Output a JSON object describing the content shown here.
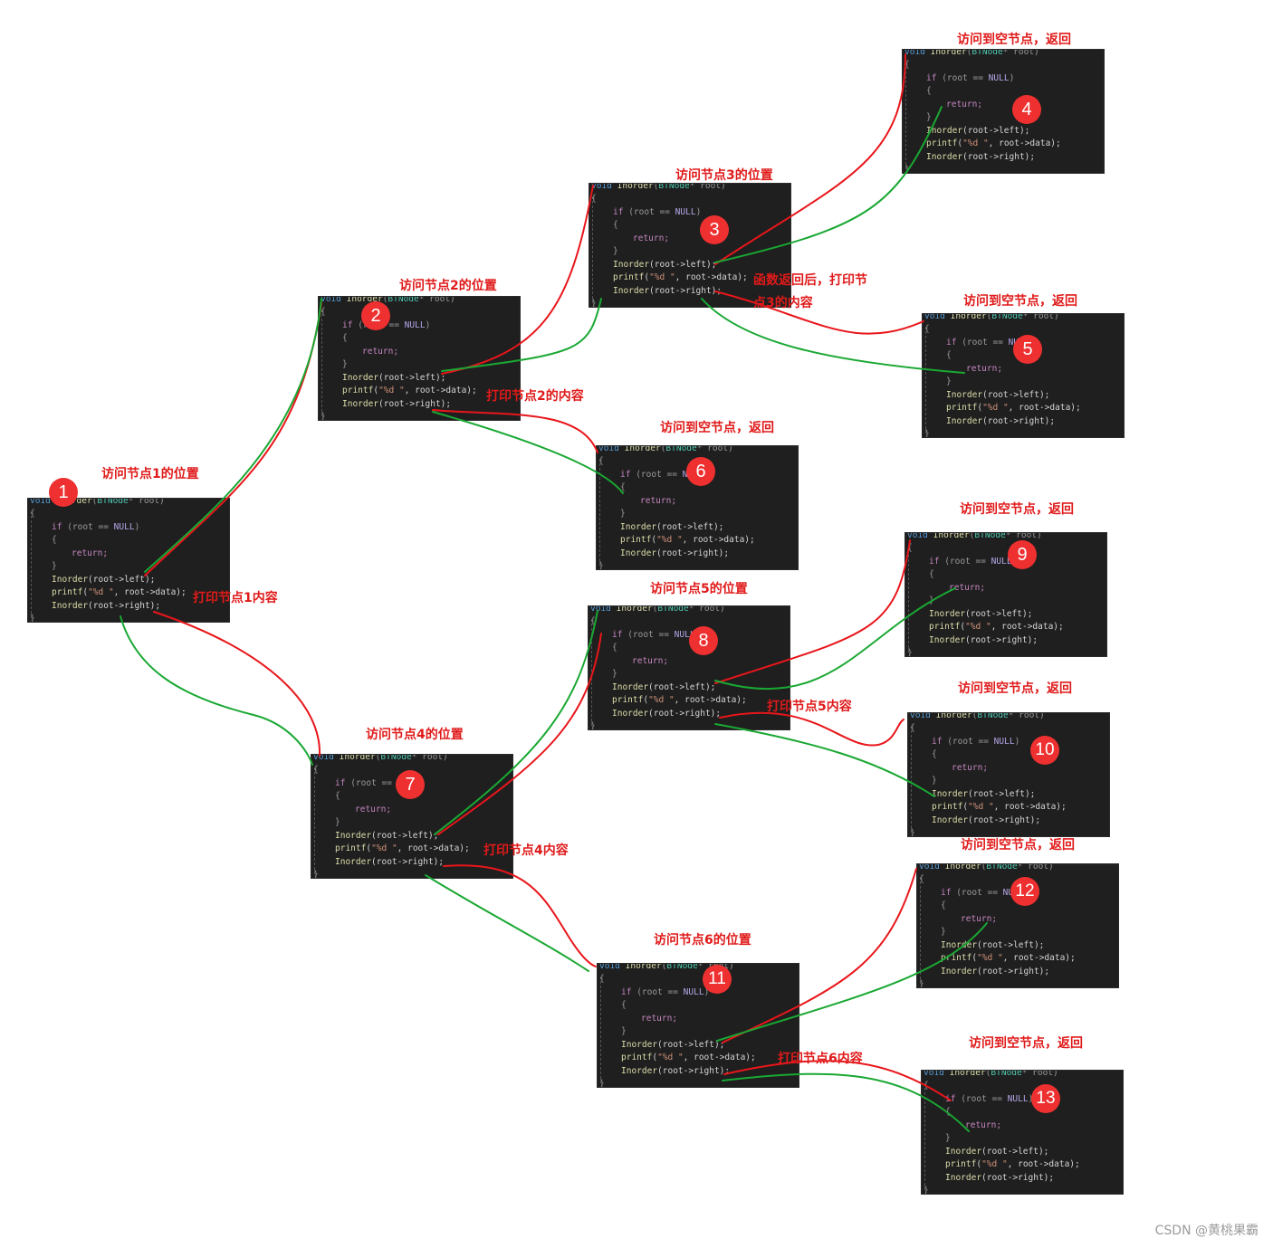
{
  "code": {
    "header_kw": "void",
    "header_fn": "Inorder",
    "header_type": "BTNode",
    "header_param": "* root)",
    "open_brace": "{",
    "close_brace": "}",
    "if_kw": "if",
    "if_cond": "(root == ",
    "null_kw": "NULL",
    "if_end": ")",
    "return_kw": "return;",
    "left_call": "Inorder",
    "left_args": "(root->left);",
    "printf_fn": "printf",
    "printf_open": "(",
    "printf_fmt": "\"%d \"",
    "printf_rest": ", root->data);",
    "right_call": "Inorder",
    "right_args": "(root->right);"
  },
  "panels": [
    {
      "id": "1",
      "badge": "1"
    },
    {
      "id": "2",
      "badge": "2"
    },
    {
      "id": "3",
      "badge": "3"
    },
    {
      "id": "4",
      "badge": "4"
    },
    {
      "id": "5",
      "badge": "5"
    },
    {
      "id": "6",
      "badge": "6"
    },
    {
      "id": "7",
      "badge": "7"
    },
    {
      "id": "8",
      "badge": "8"
    },
    {
      "id": "9",
      "badge": "9"
    },
    {
      "id": "10",
      "badge": "10"
    },
    {
      "id": "11",
      "badge": "11"
    },
    {
      "id": "12",
      "badge": "12"
    },
    {
      "id": "13",
      "badge": "13"
    }
  ],
  "notes": {
    "visit_node1": "访问节点1的位置",
    "visit_node2": "访问节点2的位置",
    "visit_node3": "访问节点3的位置",
    "visit_node4": "访问节点4的位置",
    "visit_node5": "访问节点5的位置",
    "visit_node6": "访问节点6的位置",
    "print_node1": "打印节点1内容",
    "print_node2": "打印节点2的内容",
    "print_node3_line1": "函数返回后，打印节",
    "print_node3_line2": "点3的内容",
    "print_node4": "打印节点4内容",
    "print_node5": "打印节点5内容",
    "print_node6": "打印节点6内容",
    "null_return": "访问到空节点，返回"
  },
  "colors": {
    "call_arrow": "#e8161b",
    "return_arrow": "#1aa833",
    "badge": "#ee3030",
    "panel_bg": "#1f1f1f"
  },
  "watermark": "CSDN @黄桃果霸"
}
